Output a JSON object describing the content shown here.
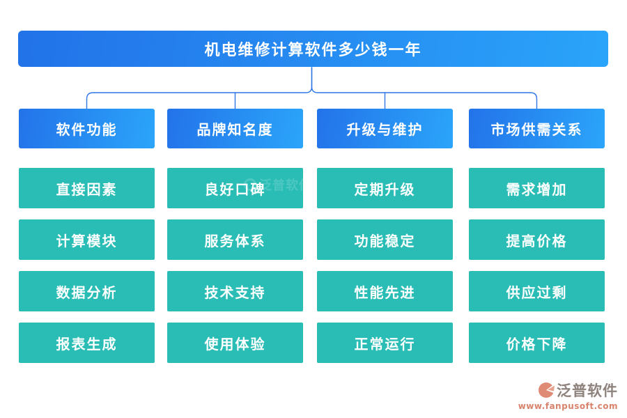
{
  "title": "机电维修计算软件多少钱一年",
  "columns": [
    {
      "header": "软件功能",
      "items": [
        "直接因素",
        "计算模块",
        "数据分析",
        "报表生成"
      ]
    },
    {
      "header": "品牌知名度",
      "items": [
        "良好口碑",
        "服务体系",
        "技术支持",
        "使用体验"
      ]
    },
    {
      "header": "升级与维护",
      "items": [
        "定期升级",
        "功能稳定",
        "性能先进",
        "正常运行"
      ]
    },
    {
      "header": "市场供需关系",
      "items": [
        "需求增加",
        "提高价格",
        "供应过剩",
        "价格下降"
      ]
    }
  ],
  "branding": {
    "logo_text": "泛普软件",
    "website": "www.fanpusoft.com"
  },
  "watermark": {
    "text": "泛普软件"
  },
  "colors": {
    "banner_gradient_start": "#2272e8",
    "banner_gradient_end": "#2aa4fa",
    "branch_gradient_start": "#2373e9",
    "branch_gradient_end": "#2ba5fa",
    "leaf_teal": "#2abdb5",
    "connector_blue": "#2e75e6",
    "logo_coral": "#df8a74",
    "logo_text_gray": "#8d827c",
    "url_coral": "#d8836b"
  }
}
